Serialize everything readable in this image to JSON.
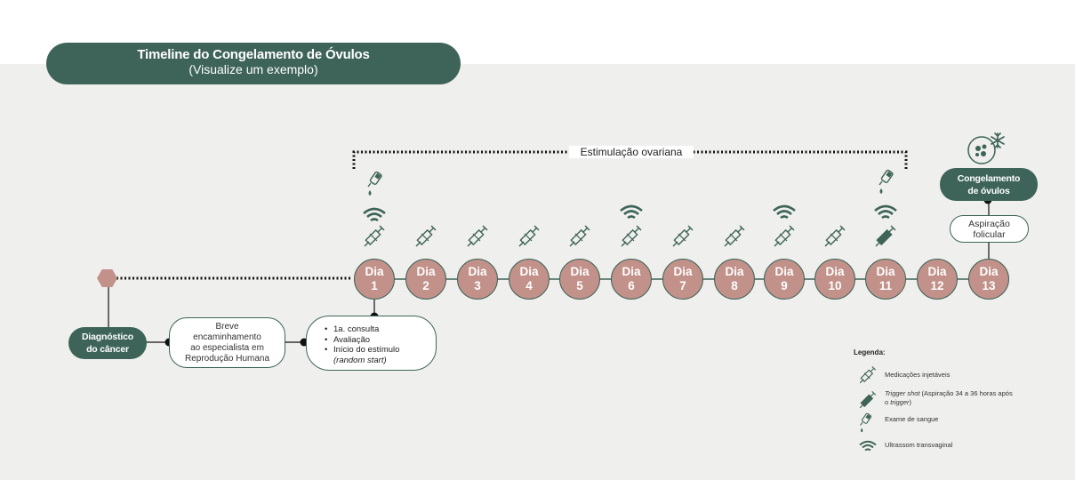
{
  "header": {
    "title": "Timeline do Congelamento de Óvulos",
    "subtitle": "(Visualize um exemplo)"
  },
  "stimulation_label": "Estimulação ovariana",
  "days": [
    {
      "label": "Dia",
      "num": "1"
    },
    {
      "label": "Dia",
      "num": "2"
    },
    {
      "label": "Dia",
      "num": "3"
    },
    {
      "label": "Dia",
      "num": "4"
    },
    {
      "label": "Dia",
      "num": "5"
    },
    {
      "label": "Dia",
      "num": "6"
    },
    {
      "label": "Dia",
      "num": "7"
    },
    {
      "label": "Dia",
      "num": "8"
    },
    {
      "label": "Dia",
      "num": "9"
    },
    {
      "label": "Dia",
      "num": "10"
    },
    {
      "label": "Dia",
      "num": "11"
    },
    {
      "label": "Dia",
      "num": "12"
    },
    {
      "label": "Dia",
      "num": "13"
    }
  ],
  "steps": {
    "diagnosis_l1": "Diagnóstico",
    "diagnosis_l2": "do câncer",
    "referral_l1": "Breve",
    "referral_l2": "encaminhamento",
    "referral_l3": "ao especialista em",
    "referral_l4": "Reprodução Humana",
    "first_visit": "1a. consulta",
    "evaluation": "Avaliação",
    "stim_start": "Início do estímulo",
    "random_start": "(random start)",
    "aspiration_l1": "Aspiração",
    "aspiration_l2": "folicular",
    "freezing_l1": "Congelamento",
    "freezing_l2": "de óvulos"
  },
  "legend": {
    "title": "Legenda:",
    "injectable": "Medicações injetáveis",
    "trigger_em": "Trigger shot",
    "trigger_rest": " (Aspiração 34 a 36 horas após",
    "trigger_l2_pre": "o ",
    "trigger_l2_em": "trigger",
    "trigger_l2_post": ")",
    "blood": "Exame de sangue",
    "ultrasound": "Ultrassom transvaginal"
  },
  "colors": {
    "teal": "#3e6459",
    "rose": "#c2918a",
    "panel": "#efefed"
  },
  "icons": [
    "syringe-icon",
    "trigger-syringe-icon",
    "blood-dropper-icon",
    "ultrasound-waves-icon",
    "frozen-egg-snowflake-icon",
    "hexagon-marker-icon"
  ]
}
